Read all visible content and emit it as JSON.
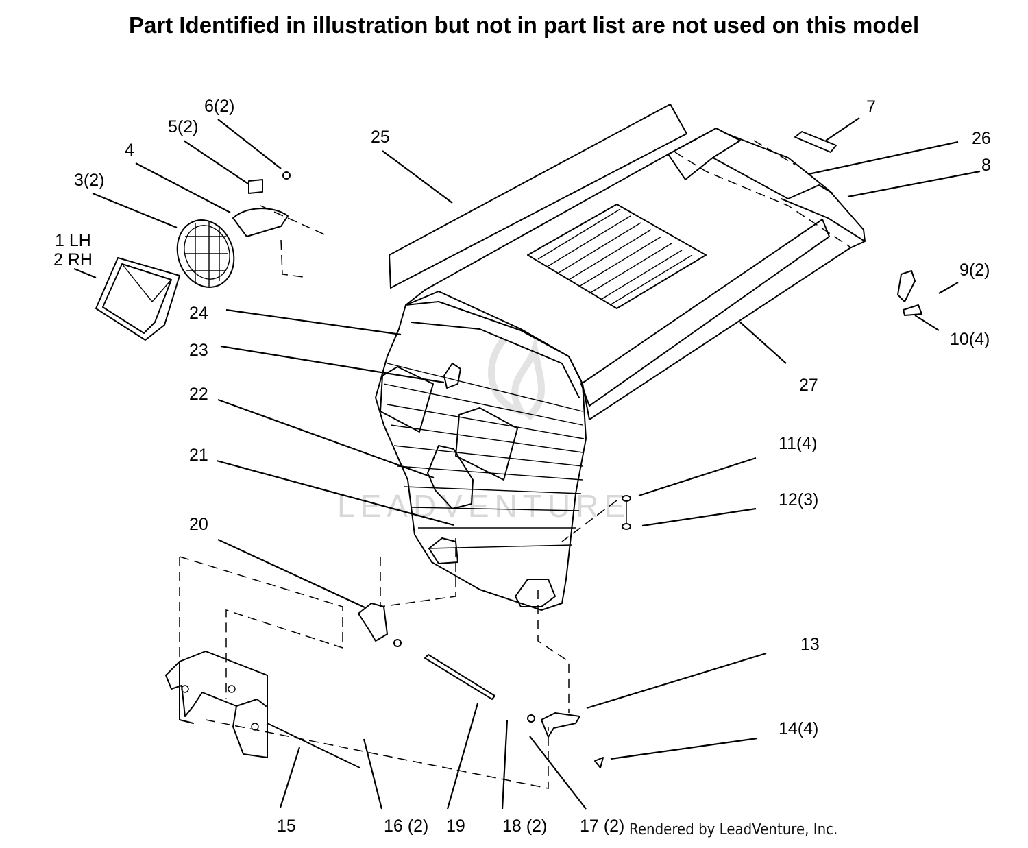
{
  "header": {
    "title": "Part Identified in illustration but not in part list are not used on this model"
  },
  "footer": {
    "credit": "Rendered by LeadVenture, Inc."
  },
  "watermark": "LEADVENTURE",
  "callouts": [
    {
      "id": "c1lh",
      "label": "1 LH"
    },
    {
      "id": "c2rh",
      "label": "2 RH"
    },
    {
      "id": "c3",
      "label": "3(2)"
    },
    {
      "id": "c4",
      "label": "4"
    },
    {
      "id": "c5",
      "label": "5(2)"
    },
    {
      "id": "c6",
      "label": "6(2)"
    },
    {
      "id": "c7",
      "label": "7"
    },
    {
      "id": "c8",
      "label": "8"
    },
    {
      "id": "c9",
      "label": "9(2)"
    },
    {
      "id": "c10",
      "label": "10(4)"
    },
    {
      "id": "c11",
      "label": "11(4)"
    },
    {
      "id": "c12",
      "label": "12(3)"
    },
    {
      "id": "c13",
      "label": "13"
    },
    {
      "id": "c14",
      "label": "14(4)"
    },
    {
      "id": "c15",
      "label": "15"
    },
    {
      "id": "c16",
      "label": "16 (2)"
    },
    {
      "id": "c17",
      "label": "17 (2)"
    },
    {
      "id": "c18",
      "label": "18 (2)"
    },
    {
      "id": "c19",
      "label": "19"
    },
    {
      "id": "c20",
      "label": "20"
    },
    {
      "id": "c21",
      "label": "21"
    },
    {
      "id": "c22",
      "label": "22"
    },
    {
      "id": "c23",
      "label": "23"
    },
    {
      "id": "c24",
      "label": "24"
    },
    {
      "id": "c25",
      "label": "25"
    },
    {
      "id": "c26",
      "label": "26"
    },
    {
      "id": "c27",
      "label": "27"
    }
  ]
}
